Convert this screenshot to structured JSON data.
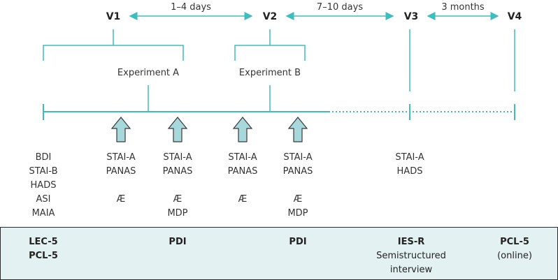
{
  "visits": [
    "V1",
    "V2",
    "V3",
    "V4"
  ],
  "intervals": [
    "1–4 days",
    "7–10 days",
    "3 months"
  ],
  "experiments": [
    "Experiment A",
    "Experiment B"
  ],
  "v1_measures": [
    "BDI",
    "STAI-B",
    "HADS",
    "ASI",
    "MAIA"
  ],
  "arrow_groups": [
    {
      "top": [
        "STAI-A",
        "PANAS"
      ],
      "bottom": [
        "Æ"
      ]
    },
    {
      "top": [
        "STAI-A",
        "PANAS"
      ],
      "bottom": [
        "Æ",
        "MDP"
      ]
    },
    {
      "top": [
        "STAI-A",
        "PANAS"
      ],
      "bottom": [
        "Æ"
      ]
    },
    {
      "top": [
        "STAI-A",
        "PANAS"
      ],
      "bottom": [
        "Æ",
        "MDP"
      ]
    }
  ],
  "v3_measures": [
    "STAI-A",
    "HADS"
  ],
  "online_box": {
    "v1": [
      "LEC-5",
      "PCL-5"
    ],
    "expA": "PDI",
    "expB": "PDI",
    "v3": {
      "bold": "IES-R",
      "normal": [
        "Semistructured",
        "interview"
      ]
    },
    "v4": {
      "bold": "PCL-5",
      "normal": [
        "(online)"
      ]
    }
  },
  "colors": {
    "teal": "#3dbdbd",
    "arrow_fill": "#a6d8dc",
    "arrow_stroke": "#3a3a3a",
    "box_fill": "#e4f1f3",
    "box_stroke": "#2a2a2a"
  }
}
